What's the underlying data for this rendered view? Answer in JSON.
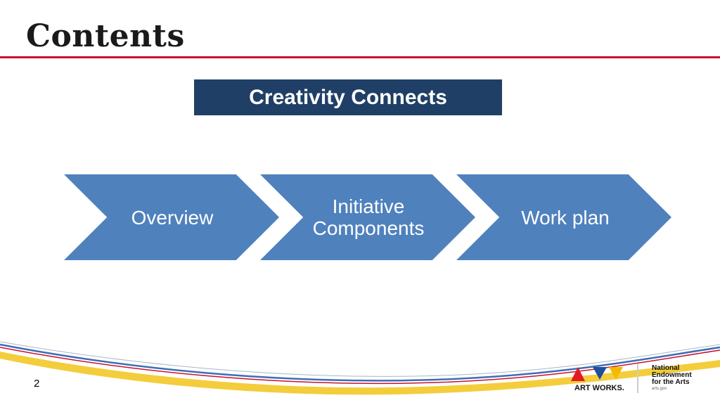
{
  "slide": {
    "title": "Contents",
    "banner": "Creativity Connects",
    "steps": [
      {
        "label_line1": "Overview",
        "label_line2": ""
      },
      {
        "label_line1": "Initiative",
        "label_line2": "Components"
      },
      {
        "label_line1": "Work plan",
        "label_line2": ""
      }
    ],
    "page_number": "2"
  },
  "logo": {
    "art_works": "ART WORKS.",
    "nea_line1": "National",
    "nea_line2": "Endowment",
    "nea_line3": "for the Arts",
    "nea_url": "arts.gov"
  },
  "colors": {
    "accent_red": "#c8102e",
    "banner_navy": "#1f3f66",
    "chevron_blue": "#4f81bd",
    "logo_red": "#e31b23",
    "logo_blue": "#1c4f9c",
    "logo_yellow": "#f5b800"
  }
}
